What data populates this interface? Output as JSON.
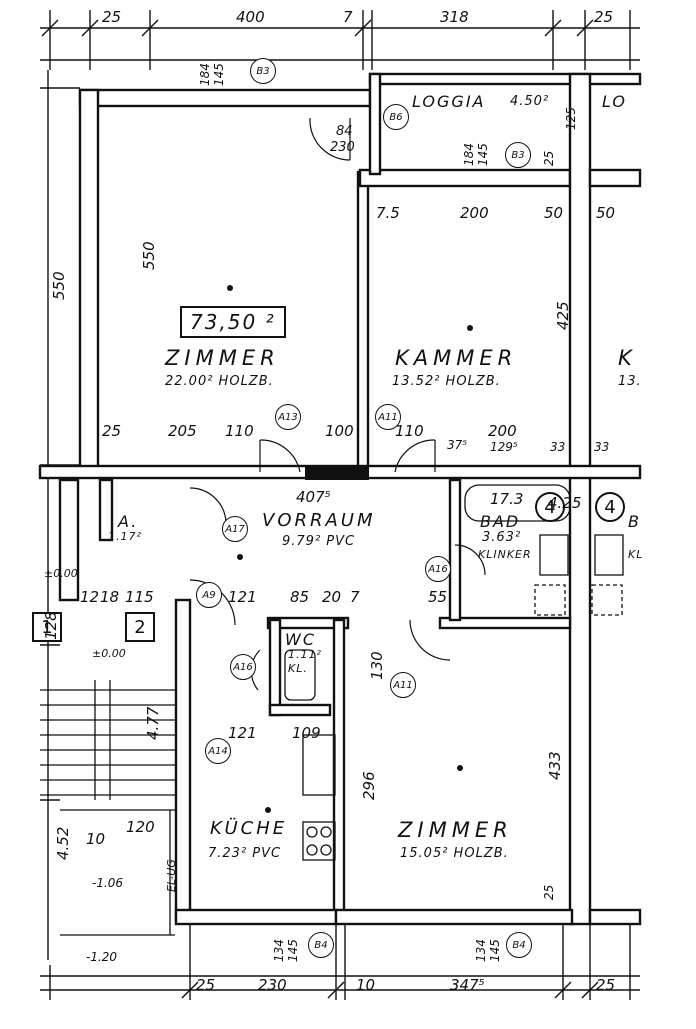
{
  "plan": {
    "total_area": "73,50 ²",
    "rooms": [
      {
        "name": "ZIMMER",
        "area": "22.00²  HOLZB."
      },
      {
        "name": "KAMMER",
        "area": "13.52²  HOLZB."
      },
      {
        "name": "VORRAUM",
        "area": "9.79²  PVC"
      },
      {
        "name": "BAD",
        "area": "3.63²"
      },
      {
        "name": "WC",
        "area": "1.11²",
        "floor": "KL."
      },
      {
        "name": "KÜCHE",
        "area": "7.23²  PVC"
      },
      {
        "name": "ZIMMER",
        "area": "15.05²  HOLZB."
      },
      {
        "name": "LOGGIA",
        "area": "4.50²"
      }
    ],
    "partial_labels": {
      "loggia_right": "LO",
      "kammer_right": "K",
      "kammer_right_area": "13.",
      "bad_right": "B",
      "bad_right_floor": "KL"
    },
    "small_rooms": {
      "a": "A.",
      "a_area": "1.17²",
      "bad_floor": "KLINKER"
    },
    "stair_numbers": [
      "1",
      "2",
      "4",
      "4"
    ],
    "door_tags": [
      "B3",
      "B6",
      "B3",
      "A13",
      "A11",
      "A17",
      "A9",
      "A16",
      "A16",
      "A14",
      "A11",
      "B4",
      "B4"
    ],
    "top_dims": [
      "25",
      "400",
      "7",
      "318",
      "25"
    ],
    "bottom_dims": [
      "25",
      "230",
      "10",
      "347⁵",
      "25"
    ],
    "left_dims": [
      "550",
      "550",
      "128",
      "4.77",
      "4.52"
    ],
    "inner_dims": [
      "25",
      "205",
      "110",
      "100",
      "110",
      "200",
      "7.5",
      "200",
      "50",
      "50",
      "425",
      "296",
      "433",
      "130",
      "121",
      "85",
      "20",
      "7",
      "55",
      "109",
      "121",
      "115",
      "12",
      "18",
      "37⁵",
      "129⁵",
      "33",
      "33",
      "17.3",
      "4.25",
      "407⁵",
      "84",
      "230",
      "184",
      "145",
      "184",
      "145",
      "134",
      "145",
      "134",
      "145",
      "120",
      "10",
      "125",
      "25",
      "25"
    ],
    "levels": [
      "±0.00",
      "±0.00",
      "-1.06",
      "-1.20"
    ],
    "misc_text": [
      "EL-UG"
    ]
  }
}
